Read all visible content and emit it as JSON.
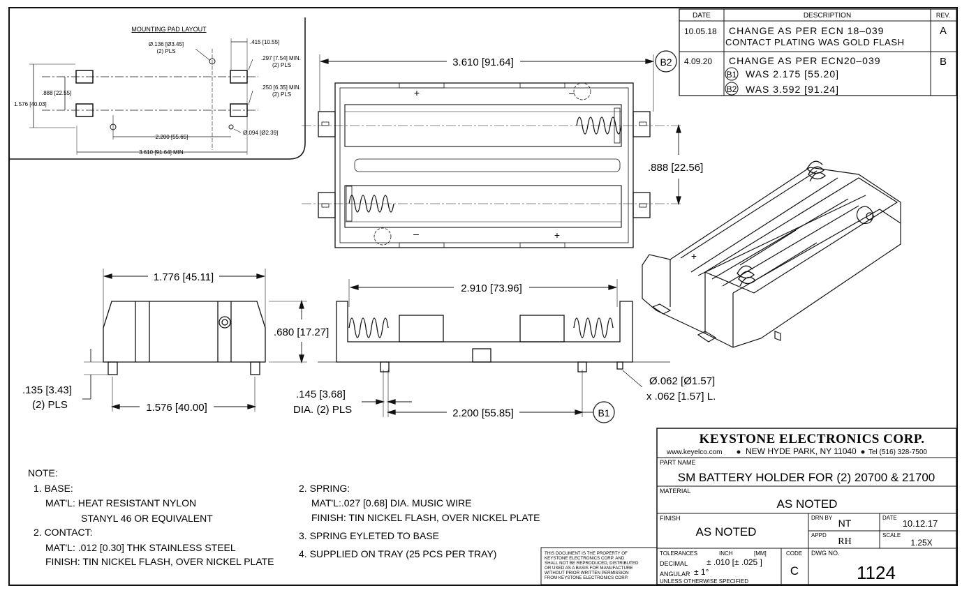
{
  "mounting_pad": {
    "title": "MOUNTING PAD LAYOUT",
    "hole_dia": "Ø.136 [Ø3.45]",
    "hole_pls": "(2) PLS",
    "dim_415": ".415 [10.55]",
    "dim_297": ".297 [7.54] MIN.",
    "dim_297_pls": "(2) PLS",
    "dim_250": ".250 [6.35] MIN.",
    "dim_250_pls": "(2) PLS",
    "dim_888": ".888 [22.55]",
    "dim_1576": "1.576 [40.03]",
    "dim_2200": "2.200 [55.65]",
    "small_hole": "Ø.094 [Ø2.39]",
    "dim_3610": "3.610 [91.64] MIN."
  },
  "revisions": {
    "headers": {
      "date": "DATE",
      "description": "DESCRIPTION",
      "rev": "REV."
    },
    "rows": [
      {
        "date": "10.05.18",
        "lines": [
          "CHANGE AS PER ECN 18–039",
          "CONTACT PLATING WAS GOLD FLASH"
        ],
        "rev": "A"
      },
      {
        "date": "4.09.20",
        "lines": [
          "CHANGE AS PER ECN20–039",
          "WAS 2.175 [55.20]",
          "WAS 3.592 [91.24]"
        ],
        "tags": [
          "B1",
          "B2"
        ],
        "rev": "B"
      }
    ]
  },
  "dims": {
    "top_width": "3.610 [91.64]",
    "top_width_tag": "B2",
    "spacing": ".888 [22.56]",
    "side_width": "1.776 [45.11]",
    "height": ".680 [17.27]",
    "pin_len": ".135 [3.43]",
    "pin_len_pls": "(2) PLS",
    "side_pins": "1.576 [40.00]",
    "front_width": "2.910 [73.96]",
    "pin_dia": ".145 [3.68]",
    "pin_dia_pls": "DIA. (2) PLS",
    "front_pins": "2.200 [55.85]",
    "front_pins_tag": "B1",
    "stud1": "Ø.062 [Ø1.57]",
    "stud2": "x .062 [1.57] L."
  },
  "polarity": {
    "plus": "+",
    "minus": "–"
  },
  "notes": {
    "title": "NOTE:",
    "col1": [
      "1. BASE:",
      "MAT'L: HEAT RESISTANT NYLON",
      "STANYL 46 OR EQUIVALENT",
      "2. CONTACT:",
      "MAT'L: .012 [0.30] THK STAINLESS STEEL",
      "FINISH: TIN NICKEL FLASH, OVER NICKEL PLATE"
    ],
    "col2": [
      "2. SPRING:",
      "MAT'L:.027 [0.68] DIA. MUSIC WIRE",
      "FINISH: TIN NICKEL FLASH, OVER NICKEL PLATE",
      "3. SPRING EYLETED TO BASE",
      "4. SUPPLIED ON TRAY (25 PCS PER TRAY)"
    ]
  },
  "disclaimer": [
    "THIS DOCUMENT IS THE PROPERTY OF",
    "KEYSTONE ELECTRONICS CORP. AND",
    "SHALL NOT BE REPRODUCED, DISTRIBUTED",
    "OR USED AS A BASIS FOR MANUFACTURE",
    "WITHOUT PRIOR WRITTEN PERMISSION",
    "FROM KEYSTONE ELECTRONICS CORP."
  ],
  "title_block": {
    "company": "KEYSTONE ELECTRONICS CORP.",
    "web": "www.keyelco.com",
    "city": "NEW HYDE PARK, NY 11040",
    "tel": "Tel (516) 328-7500",
    "part_name_label": "PART NAME",
    "part_name": "SM BATTERY HOLDER FOR (2) 20700 & 21700",
    "material_label": "MATERIAL",
    "material": "AS NOTED",
    "finish_label": "FINISH",
    "finish": "AS NOTED",
    "drn_label": "DRN BY",
    "drn": "NT",
    "date_label": "DATE",
    "date": "10.12.17",
    "appd_label": "APPD",
    "appd": "RH",
    "scale_label": "SCALE",
    "scale": "1.25X",
    "tolerances_label": "TOLERANCES",
    "inch_label": "INCH",
    "mm_label": "[MM]",
    "decimal_label": "DECIMAL",
    "decimal_tol": "± .010  [± .025 ]",
    "angular_label": "ANGULAR",
    "angular_tol": "± 1°",
    "unless": "UNLESS OTHERWISE SPECIFIED",
    "code_label": "CODE",
    "code": "C",
    "dwg_label": "DWG NO.",
    "dwg": "1124"
  }
}
